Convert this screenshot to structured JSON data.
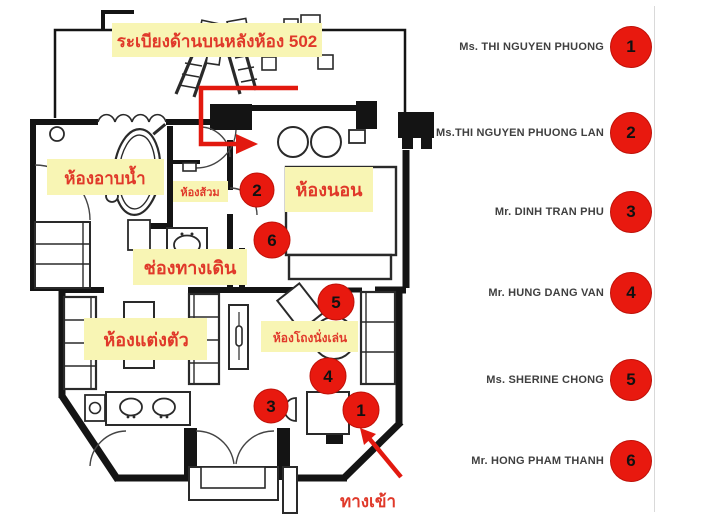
{
  "colors": {
    "marker_red": "#e8190f",
    "route_red": "#e2190f",
    "label_highlight_yellow": "#f8f5b4",
    "label_text_red": "#e0392a",
    "wall_black": "#141414",
    "legend_text_gray": "#404040"
  },
  "plan": {
    "title_label": "ระเบียงด้านบนหลังห้อง 502",
    "rooms": {
      "bathroom": "ห้องอาบน้ำ",
      "toilet": "ห้องส้วม",
      "bedroom": "ห้องนอน",
      "corridor": "ช่องทางเดิน",
      "dressing": "ห้องแต่งตัว",
      "living": "ห้องโถงนั่งเล่น"
    },
    "entrance_label": "ทางเข้า",
    "markers": [
      {
        "number": "1"
      },
      {
        "number": "2"
      },
      {
        "number": "3"
      },
      {
        "number": "4"
      },
      {
        "number": "5"
      },
      {
        "number": "6"
      }
    ]
  },
  "legend": {
    "items": [
      {
        "name": "Ms. THI NGUYEN PHUONG",
        "number": "1"
      },
      {
        "name": "Ms.THI NGUYEN PHUONG LAN",
        "number": "2"
      },
      {
        "name": "Mr. DINH TRAN PHU",
        "number": "3"
      },
      {
        "name": "Mr. HUNG DANG VAN",
        "number": "4"
      },
      {
        "name": "Ms. SHERINE CHONG",
        "number": "5"
      },
      {
        "name": "Mr. HONG PHAM THANH",
        "number": "6"
      }
    ]
  }
}
